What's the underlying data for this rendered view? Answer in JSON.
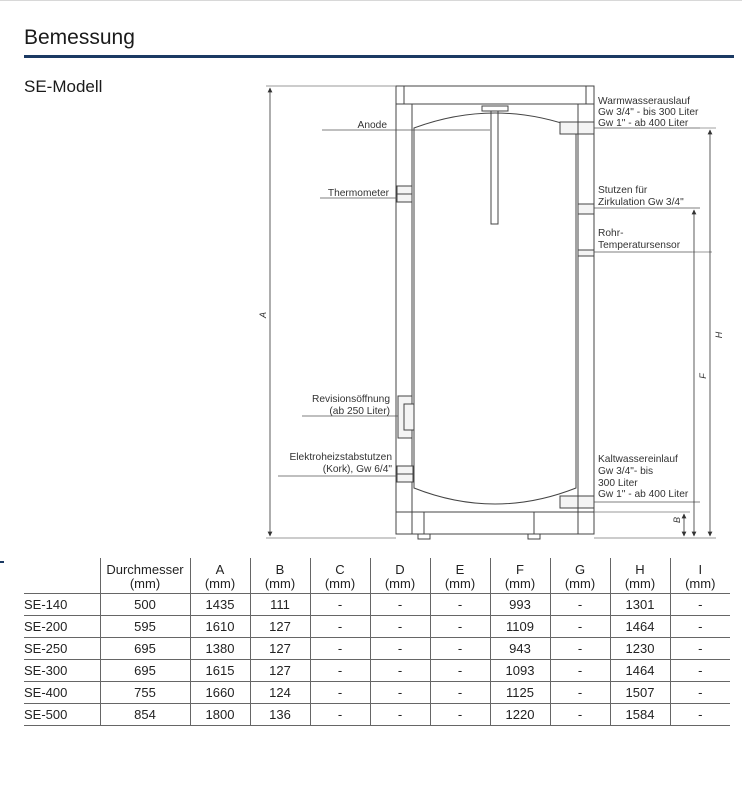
{
  "header": {
    "title": "Bemessung",
    "subtitle": "SE-Modell"
  },
  "diagram": {
    "labels": {
      "anode": "Anode",
      "thermometer": "Thermometer",
      "revision_1": "Revisionsöffnung",
      "revision_2": "(ab 250 Liter)",
      "heater_1": "Elektroheizstabstutzen",
      "heater_2": "(Kork), Gw 6/4\"",
      "hot_1": "Warmwasserauslauf",
      "hot_2": "Gw 3/4\" - bis 300 Liter",
      "hot_3": "Gw 1\" - ab 400 Liter",
      "circ_1": "Stutzen für",
      "circ_2": "Zirkulation Gw 3/4\"",
      "sensor_1": "Rohr-",
      "sensor_2": "Temperatursensor",
      "cold_1": "Kaltwassereinlauf",
      "cold_2": "Gw 3/4\"- bis",
      "cold_3": "300 Liter",
      "cold_4": "Gw 1\" - ab 400 Liter"
    },
    "dimensions": {
      "a": "A",
      "b": "B",
      "f": "F",
      "h": "H"
    }
  },
  "table": {
    "headers": [
      {
        "top": "",
        "bottom": ""
      },
      {
        "top": "Durchmesser",
        "bottom": "(mm)"
      },
      {
        "top": "A",
        "bottom": "(mm)"
      },
      {
        "top": "B",
        "bottom": "(mm)"
      },
      {
        "top": "C",
        "bottom": "(mm)"
      },
      {
        "top": "D",
        "bottom": "(mm)"
      },
      {
        "top": "E",
        "bottom": "(mm)"
      },
      {
        "top": "F",
        "bottom": "(mm)"
      },
      {
        "top": "G",
        "bottom": "(mm)"
      },
      {
        "top": "H",
        "bottom": "(mm)"
      },
      {
        "top": "I",
        "bottom": "(mm)"
      }
    ],
    "rows": [
      [
        "SE-140",
        "500",
        "1435",
        "111",
        "-",
        "-",
        "-",
        "993",
        "-",
        "1301",
        "-"
      ],
      [
        "SE-200",
        "595",
        "1610",
        "127",
        "-",
        "-",
        "-",
        "1109",
        "-",
        "1464",
        "-"
      ],
      [
        "SE-250",
        "695",
        "1380",
        "127",
        "-",
        "-",
        "-",
        "943",
        "-",
        "1230",
        "-"
      ],
      [
        "SE-300",
        "695",
        "1615",
        "127",
        "-",
        "-",
        "-",
        "1093",
        "-",
        "1464",
        "-"
      ],
      [
        "SE-400",
        "755",
        "1660",
        "124",
        "-",
        "-",
        "-",
        "1125",
        "-",
        "1507",
        "-"
      ],
      [
        "SE-500",
        "854",
        "1800",
        "136",
        "-",
        "-",
        "-",
        "1220",
        "-",
        "1584",
        "-"
      ]
    ]
  },
  "colors": {
    "accent": "#1b3a63",
    "line": "#444444"
  }
}
